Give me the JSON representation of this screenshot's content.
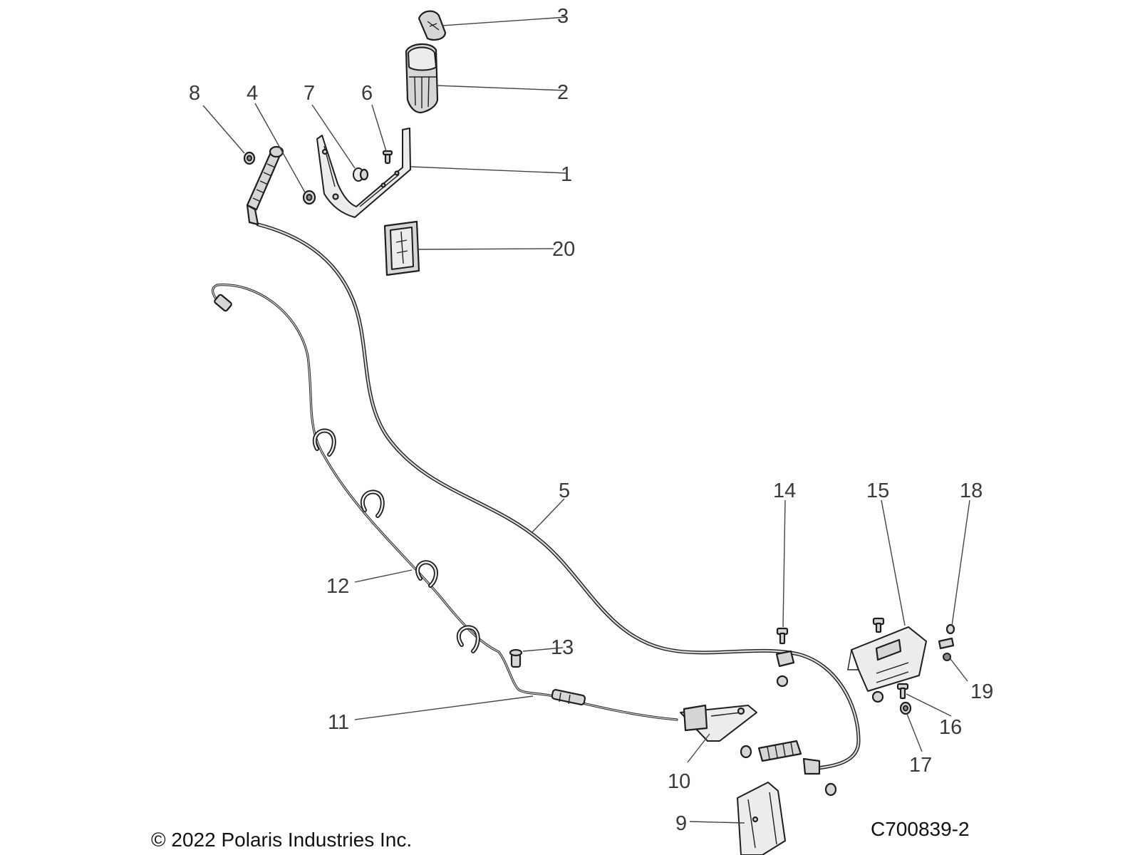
{
  "diagram": {
    "copyright": "© 2022 Polaris Industries Inc.",
    "diagram_code": "C700839-2",
    "callouts": {
      "c1": "1",
      "c2": "2",
      "c3": "3",
      "c4": "4",
      "c5": "5",
      "c6": "6",
      "c7": "7",
      "c8": "8",
      "c9": "9",
      "c10": "10",
      "c11": "11",
      "c12": "12",
      "c13": "13",
      "c14": "14",
      "c15": "15",
      "c16": "16",
      "c17": "17",
      "c18": "18",
      "c19": "19",
      "c20": "20"
    }
  },
  "colors": {
    "ink": "#1e1e1e",
    "part_fill": "#d6d6d6",
    "label": "#3a3a3a"
  }
}
